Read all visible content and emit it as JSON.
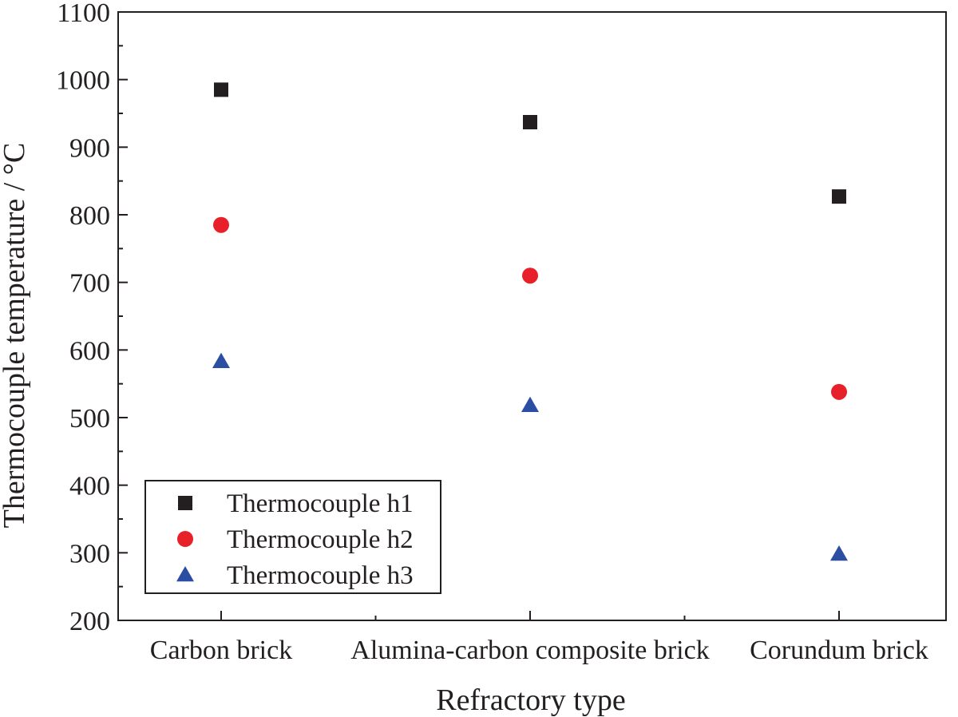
{
  "chart_data": {
    "type": "scatter",
    "title": "",
    "xlabel": "Refractory type",
    "ylabel": "Thermocouple temperature / °C",
    "categories": [
      "Carbon brick",
      "Alumina-carbon composite brick",
      "Corundum brick"
    ],
    "ylim": [
      200,
      1100
    ],
    "yticks": [
      200,
      300,
      400,
      500,
      600,
      700,
      800,
      900,
      1000,
      1100
    ],
    "grid": false,
    "legend_position": "bottom-left",
    "series": [
      {
        "name": "Thermocouple h1",
        "marker": "square",
        "color": "#231f20",
        "values": [
          985,
          937,
          827
        ]
      },
      {
        "name": "Thermocouple h2",
        "marker": "circle",
        "color": "#e8202a",
        "values": [
          785,
          710,
          538
        ]
      },
      {
        "name": "Thermocouple h3",
        "marker": "triangle",
        "color": "#2b4ea2",
        "values": [
          583,
          518,
          298
        ]
      }
    ]
  }
}
